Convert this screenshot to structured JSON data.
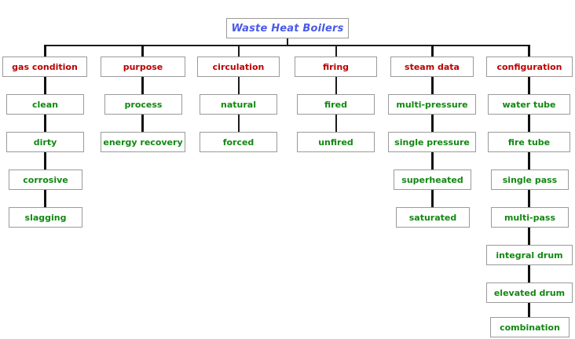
{
  "diagram": {
    "type": "tree",
    "title": "Waste Heat Boilers",
    "root": {
      "label": "Waste Heat Boilers",
      "color": "#4a5ae8"
    },
    "header_color": "#bb0000",
    "leaf_color": "#118811",
    "border_color": "#9a9a9a",
    "background": "#ffffff",
    "columns": [
      {
        "header": "gas condition",
        "items": [
          "clean",
          "dirty",
          "corrosive",
          "slagging"
        ]
      },
      {
        "header": "purpose",
        "items": [
          "process",
          "energy recovery"
        ]
      },
      {
        "header": "circulation",
        "items": [
          "natural",
          "forced"
        ]
      },
      {
        "header": "firing",
        "items": [
          "fired",
          "unfired"
        ]
      },
      {
        "header": "steam data",
        "items": [
          "multi-pressure",
          "single pressure",
          "superheated",
          "saturated"
        ]
      },
      {
        "header": "configuration",
        "items": [
          "water tube",
          "fire tube",
          "single pass",
          "multi-pass",
          "integral drum",
          "elevated drum",
          "combination"
        ]
      }
    ]
  },
  "nodes": {
    "root": "Waste Heat Boilers",
    "h1": "gas condition",
    "h2": "purpose",
    "h3": "circulation",
    "h4": "firing",
    "h5": "steam data",
    "h6": "configuration",
    "c1r1": "clean",
    "c1r2": "dirty",
    "c1r3": "corrosive",
    "c1r4": "slagging",
    "c2r1": "process",
    "c2r2": "energy recovery",
    "c3r1": "natural",
    "c3r2": "forced",
    "c4r1": "fired",
    "c4r2": "unfired",
    "c5r1": "multi-pressure",
    "c5r2": "single pressure",
    "c5r3": "superheated",
    "c5r4": "saturated",
    "c6r1": "water tube",
    "c6r2": "fire tube",
    "c6r3": "single pass",
    "c6r4": "multi-pass",
    "c6r5": "integral drum",
    "c6r6": "elevated drum",
    "c6r7": "combination"
  }
}
